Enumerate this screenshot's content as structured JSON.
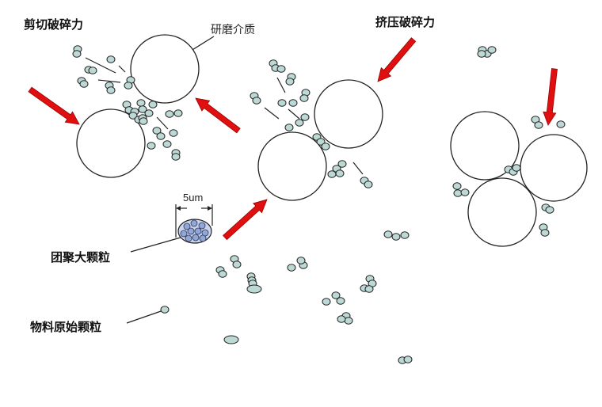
{
  "labels": {
    "shear_force": "剪切破碎力",
    "grinding_media": "研磨介质",
    "compression_force": "挤压破碎力",
    "agglomerate": "团聚大颗粒",
    "primary_particle": "物料原始颗粒",
    "scale": "5um"
  },
  "colors": {
    "arrow": "#e01010",
    "particle": "#bcd9d6",
    "agglomerate": "#8fa8d8",
    "outline": "#222222"
  }
}
